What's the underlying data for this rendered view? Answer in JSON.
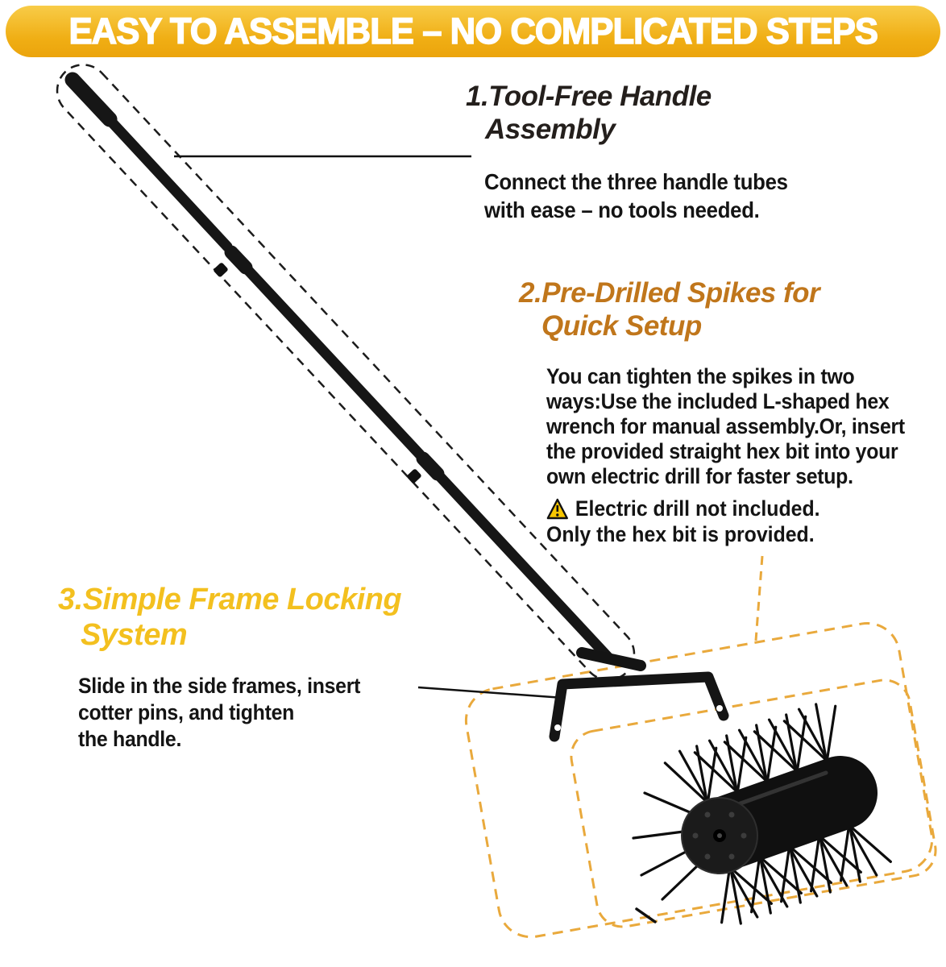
{
  "banner": {
    "text": "EASY TO ASSEMBLE – NO COMPLICATED STEPS"
  },
  "steps": [
    {
      "heading_line1": "1.Tool-Free Handle",
      "heading_line2": "Assembly",
      "body": "Connect the three handle tubes\nwith ease – no tools needed."
    },
    {
      "heading_line1": "2.Pre-Drilled Spikes for",
      "heading_line2": "Quick Setup",
      "body": "You can tighten the spikes in two\nways:Use the included L-shaped hex\nwrench for manual assembly.Or, insert\nthe provided straight hex bit into your\nown electric drill for faster setup.",
      "warning_line1": "Electric drill not included.",
      "warning_line2": "Only the hex bit is provided."
    },
    {
      "heading_line1": "3.Simple Frame Locking",
      "heading_line2": "System",
      "body": "Slide in the side frames, insert\ncotter pins, and tighten\nthe handle."
    }
  ],
  "icons": {
    "warning": "⚠"
  },
  "colors": {
    "banner_gradient_top": "#F8CC48",
    "banner_gradient_bottom": "#EBA40C",
    "banner_text": "#FFFFFF",
    "step1_heading": "#241F1C",
    "step2_heading": "#C0761B",
    "step3_heading": "#F3C01F",
    "body_text": "#141414",
    "warning_triangle": "#F7C600",
    "dashed_outline_black": "#1C1C1C",
    "dashed_outline_orange": "#E9A93C",
    "product_black": "#151515"
  }
}
